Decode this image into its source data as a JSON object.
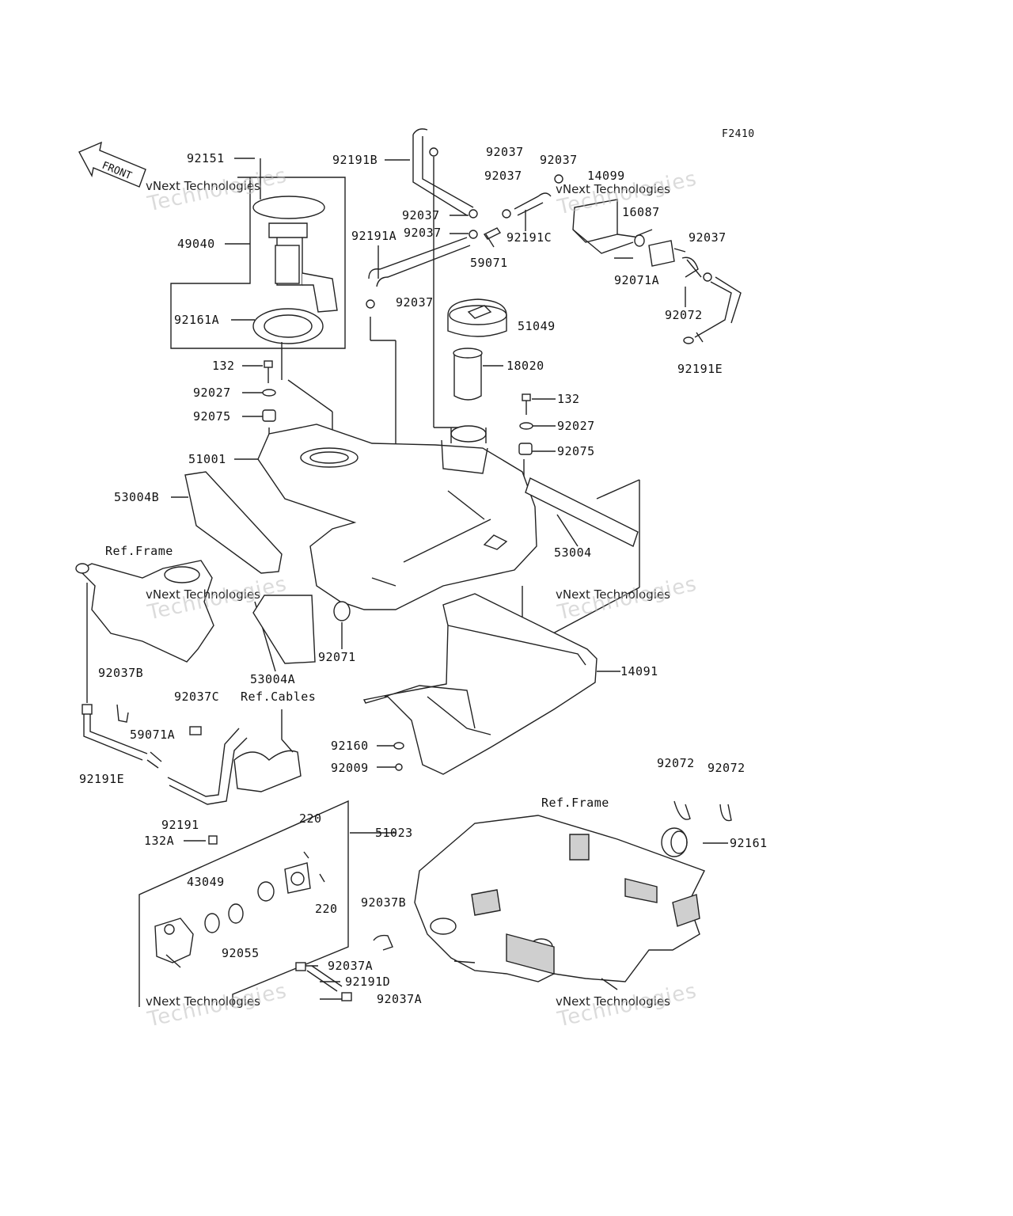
{
  "figure_code": "F2410",
  "front_arrow": "FRONT",
  "watermark": {
    "line1": "vNext Technologies",
    "line2": "Technologies"
  },
  "labels": {
    "l92151": "92151",
    "l49040": "49040",
    "l92161A": "92161A",
    "l132a": "132",
    "l92027a": "92027",
    "l92075a": "92075",
    "l51001": "51001",
    "l53004B": "53004B",
    "lRefFrame1": "Ref.Frame",
    "l92191B": "92191B",
    "l92037a": "92037",
    "l92037b": "92037",
    "l92037c": "92037",
    "l92037d": "92037",
    "l92037e": "92037",
    "l92191A": "92191A",
    "l59071": "59071",
    "l92191C": "92191C",
    "l92037f": "92037",
    "l14099": "14099",
    "l16087": "16087",
    "l92037g": "92037",
    "l92071A": "92071A",
    "l92072a": "92072",
    "l92191E_top": "92191E",
    "l51049": "51049",
    "l18020": "18020",
    "l132b": "132",
    "l92027b": "92027",
    "l92075b": "92075",
    "l53004": "53004",
    "l92071": "92071",
    "l53004A": "53004A",
    "l14091": "14091",
    "l92037B": "92037B",
    "l92037C": "92037C",
    "lRefCables": "Ref.Cables",
    "l59071A": "59071A",
    "l92191E_bot": "92191E",
    "l92191": "92191",
    "l92160": "92160",
    "l92009": "92009",
    "l92072b": "92072",
    "l92072c": "92072",
    "lRefFrame2": "Ref.Frame",
    "l92161": "92161",
    "l132A": "132A",
    "l51023": "51023",
    "l220a": "220",
    "l43049": "43049",
    "l220b": "220",
    "l92055": "92055",
    "l92037B2": "92037B",
    "l92037A1": "92037A",
    "l92191D": "92191D",
    "l92037A2": "92037A"
  }
}
